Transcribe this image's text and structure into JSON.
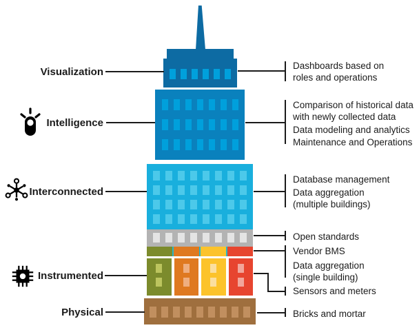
{
  "levels": [
    {
      "label": "Visualization",
      "icon": null,
      "color": "#0d6ba3"
    },
    {
      "label": "Intelligence",
      "icon": "sensor-bulb-icon",
      "color": "#0a81bd"
    },
    {
      "label": "Interconnected",
      "icon": "network-hub-icon",
      "color": "#19afdd"
    },
    {
      "label": "Instrumented",
      "icon": "microchip-icon",
      "color": "#df7920"
    },
    {
      "label": "Physical",
      "icon": null,
      "color": "#9f6f3e"
    }
  ],
  "right_annotations": [
    {
      "level": "visualization",
      "lines": [
        "Dashboards based on",
        "roles and operations"
      ]
    },
    {
      "level": "intelligence",
      "lines": [
        "Comparison of historical data",
        "with newly collected data"
      ]
    },
    {
      "level": "intelligence",
      "lines": [
        "Data modeling and analytics"
      ]
    },
    {
      "level": "intelligence",
      "lines": [
        "Maintenance and Operations"
      ]
    },
    {
      "level": "interconnected",
      "lines": [
        "Database management"
      ]
    },
    {
      "level": "interconnected",
      "lines": [
        "Data aggregation",
        "(multiple buildings)"
      ]
    },
    {
      "level": "open-standards",
      "lines": [
        "Open standards"
      ]
    },
    {
      "level": "instrumented",
      "lines": [
        "Vendor BMS"
      ]
    },
    {
      "level": "instrumented",
      "lines": [
        "Data aggregation",
        "(single building)"
      ]
    },
    {
      "level": "instrumented",
      "lines": [
        "Sensors and meters"
      ]
    },
    {
      "level": "physical",
      "lines": [
        "Bricks and mortar"
      ]
    }
  ],
  "colors": {
    "dark_blue": "#0d6ba3",
    "medium_blue": "#0a81bd",
    "window_blue": "#00a0dc",
    "cyan": "#19afdd",
    "window_cyan": "#4cc9ea",
    "gray_band": "#b3b3b3",
    "window_gray": "#e4e4e4",
    "olive": "#7c8b2c",
    "olive_window": "#bcc45e",
    "orange": "#df7920",
    "orange_window": "#efae7f",
    "yellow": "#fcc32b",
    "yellow_window": "#fbdf9e",
    "red": "#e7452f",
    "red_window": "#f2a69b",
    "brown": "#9f6f3e",
    "brown_window": "#c18f5f",
    "teal_divider": "#2ab5c8",
    "connector_line": "#1a1a1a"
  }
}
